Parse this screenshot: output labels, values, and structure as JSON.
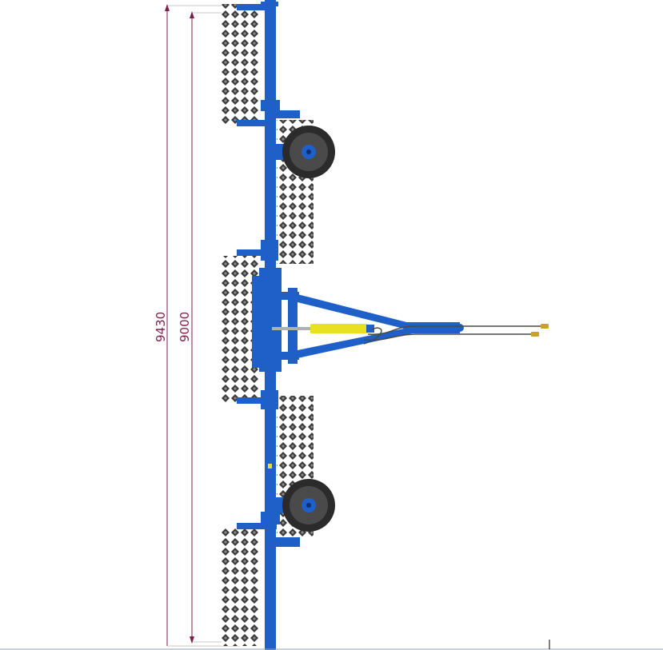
{
  "dimensions": {
    "overall_width": "9430",
    "working_width": "9000"
  },
  "colors": {
    "frame": "#1e5fc8",
    "frame_dark": "#133f8f",
    "disc": "#3a3a3a",
    "disc_light": "#6a6a6a",
    "tire": "#2b2b2b",
    "hub": "#1e5fc8",
    "cylinder": "#e8e020",
    "dimension_line": "#7a1f4a",
    "hose": "#4a4a4a",
    "coupler": "#c9a22a"
  },
  "disc_gangs": [
    {
      "side": "left",
      "row_start": 0,
      "row_end": 155
    },
    {
      "side": "right",
      "row_start": 150,
      "row_end": 330
    },
    {
      "side": "left",
      "row_start": 320,
      "row_end": 505
    },
    {
      "side": "right",
      "row_start": 495,
      "row_end": 672
    },
    {
      "side": "left",
      "row_start": 660,
      "row_end": 808
    }
  ]
}
